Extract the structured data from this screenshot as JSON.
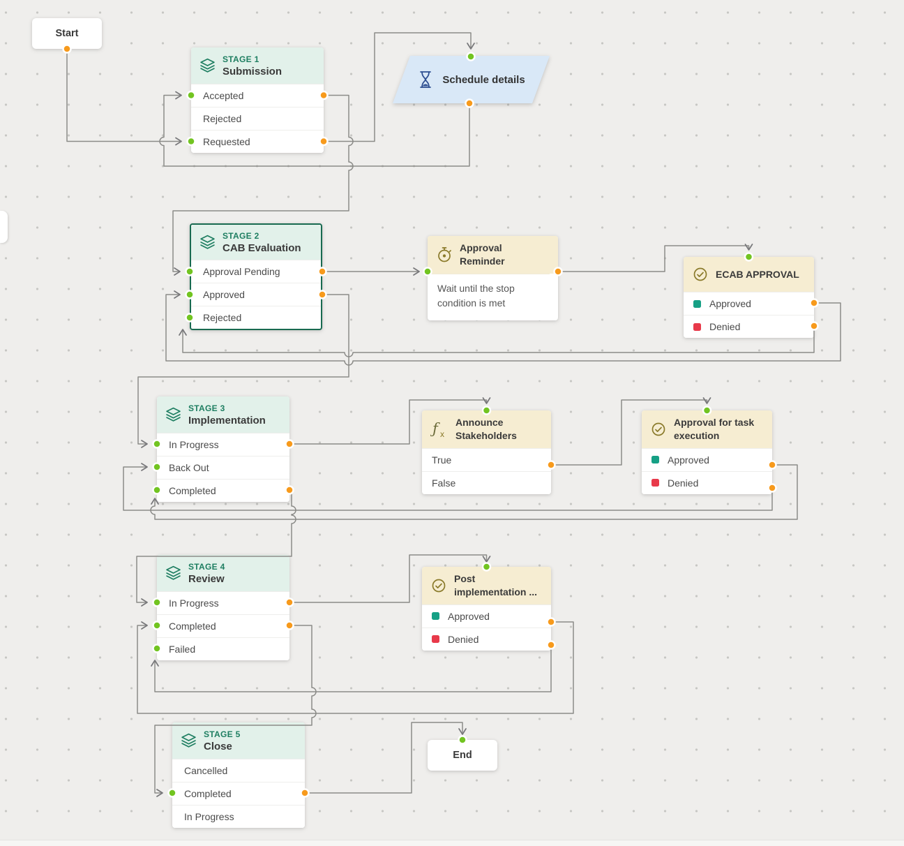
{
  "start": {
    "label": "Start"
  },
  "end": {
    "label": "End"
  },
  "stage1": {
    "stage": "STAGE 1",
    "name": "Submission",
    "rows": [
      "Accepted",
      "Rejected",
      "Requested"
    ]
  },
  "stage2": {
    "stage": "STAGE 2",
    "name": "CAB Evaluation",
    "rows": [
      "Approval Pending",
      "Approved",
      "Rejected"
    ]
  },
  "stage3": {
    "stage": "STAGE 3",
    "name": "Implementation",
    "rows": [
      "In Progress",
      "Back Out",
      "Completed"
    ]
  },
  "stage4": {
    "stage": "STAGE 4",
    "name": "Review",
    "rows": [
      "In Progress",
      "Completed",
      "Failed"
    ]
  },
  "stage5": {
    "stage": "STAGE 5",
    "name": "Close",
    "rows": [
      "Cancelled",
      "Completed",
      "In Progress"
    ]
  },
  "schedule": {
    "label": "Schedule details"
  },
  "reminder": {
    "title": "Approval Reminder",
    "body": "Wait until the stop condition is met"
  },
  "ecab": {
    "title": "ECAB APPROVAL",
    "rows": [
      "Approved",
      "Denied"
    ]
  },
  "announce": {
    "title": "Announce Stakeholders",
    "rows": [
      "True",
      "False"
    ]
  },
  "task_approval": {
    "title": "Approval for task execution",
    "rows": [
      "Approved",
      "Denied"
    ]
  },
  "post_approval": {
    "title": "Post implementation ...",
    "rows": [
      "Approved",
      "Denied"
    ]
  },
  "colors": {
    "canvas_bg": "#efeeec",
    "grid_dot": "#c7c7c4",
    "wire": "#8b8b88",
    "stage_accent": "#1e7e61",
    "stage_header_bg": "#e2f1ea",
    "selected_border": "#186a50",
    "yellow_header_bg": "#f6edd2",
    "yellow_icon": "#8a7a2a",
    "blue_fill": "#d9e8f7",
    "blue_icon": "#2d4e91",
    "green_dot": "#72c421",
    "orange_dot": "#f79a1c",
    "approved_square": "#16a085",
    "denied_square": "#e8394a"
  },
  "icons": [
    "layers-icon",
    "hourglass-icon",
    "stopwatch-icon",
    "check-circle-icon",
    "fx-icon"
  ]
}
